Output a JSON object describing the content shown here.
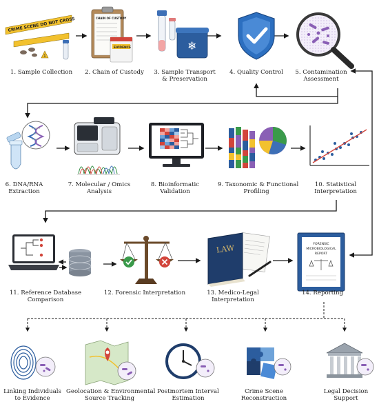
{
  "steps": [
    {
      "label": [
        "1. Sample Collection"
      ],
      "icon": "crime-scene-icon"
    },
    {
      "label": [
        "2. Chain of Custody"
      ],
      "icon": "clipboard-icon"
    },
    {
      "label": [
        "3. Sample Transport",
        "& Preservation"
      ],
      "icon": "cooler-icon"
    },
    {
      "label": [
        "4. Quality Control"
      ],
      "icon": "shield-check-icon"
    },
    {
      "label": [
        "5. Contamination",
        "Assessment"
      ],
      "icon": "magnifier-bacteria-icon"
    },
    {
      "label": [
        "6. DNA/RNA",
        "Extraction"
      ],
      "icon": "dna-tube-icon"
    },
    {
      "label": [
        "7. Molecular / Omics",
        "Analysis"
      ],
      "icon": "sequencer-icon"
    },
    {
      "label": [
        "8. Bioinformatic",
        "Validation"
      ],
      "icon": "heatmap-monitor-icon"
    },
    {
      "label": [
        "9. Taxonomic & Functional",
        "Profiling"
      ],
      "icon": "bar-pie-chart-icon"
    },
    {
      "label": [
        "10. Statistical",
        "Interpretation"
      ],
      "icon": "scatter-plot-icon"
    },
    {
      "label": [
        "11. Reference Database",
        "Comparison"
      ],
      "icon": "laptop-database-icon"
    },
    {
      "label": [
        "12. Forensic Interpretation"
      ],
      "icon": "scales-icon"
    },
    {
      "label": [
        "13. Medico-Legal",
        "Interpretation"
      ],
      "icon": "law-book-icon"
    },
    {
      "label": [
        "14. Reporting"
      ],
      "icon": "report-icon"
    }
  ],
  "outcomes": [
    {
      "label": [
        "Linking Individuals",
        "to Evidence"
      ],
      "icon": "fingerprint-icon"
    },
    {
      "label": [
        "Geolocation & Environmental",
        "Source Tracking"
      ],
      "icon": "map-pin-icon"
    },
    {
      "label": [
        "Postmortem Interval",
        "Estimation"
      ],
      "icon": "clock-icon"
    },
    {
      "label": [
        "Crime Scene",
        "Reconstruction"
      ],
      "icon": "puzzle-icon"
    },
    {
      "label": [
        "Legal Decision",
        "Support"
      ],
      "icon": "courthouse-icon"
    }
  ],
  "icon_text": {
    "tape": "CRIME SCENE DO NOT CROSS",
    "custody_title": "CHAIN OF CUSTODY",
    "evidence": "EVIDENCE",
    "law": "LAW",
    "report": [
      "FORENSIC",
      "MICROBIOLOGICAL",
      "REPORT"
    ]
  },
  "colors": {
    "arrow": "#1a1a1a",
    "blue": "#2c5d9e",
    "navy": "#1f3d6b",
    "green": "#3a9a4a",
    "red": "#d2453b",
    "yellow": "#f2c12e",
    "purple": "#8a5fb5"
  }
}
